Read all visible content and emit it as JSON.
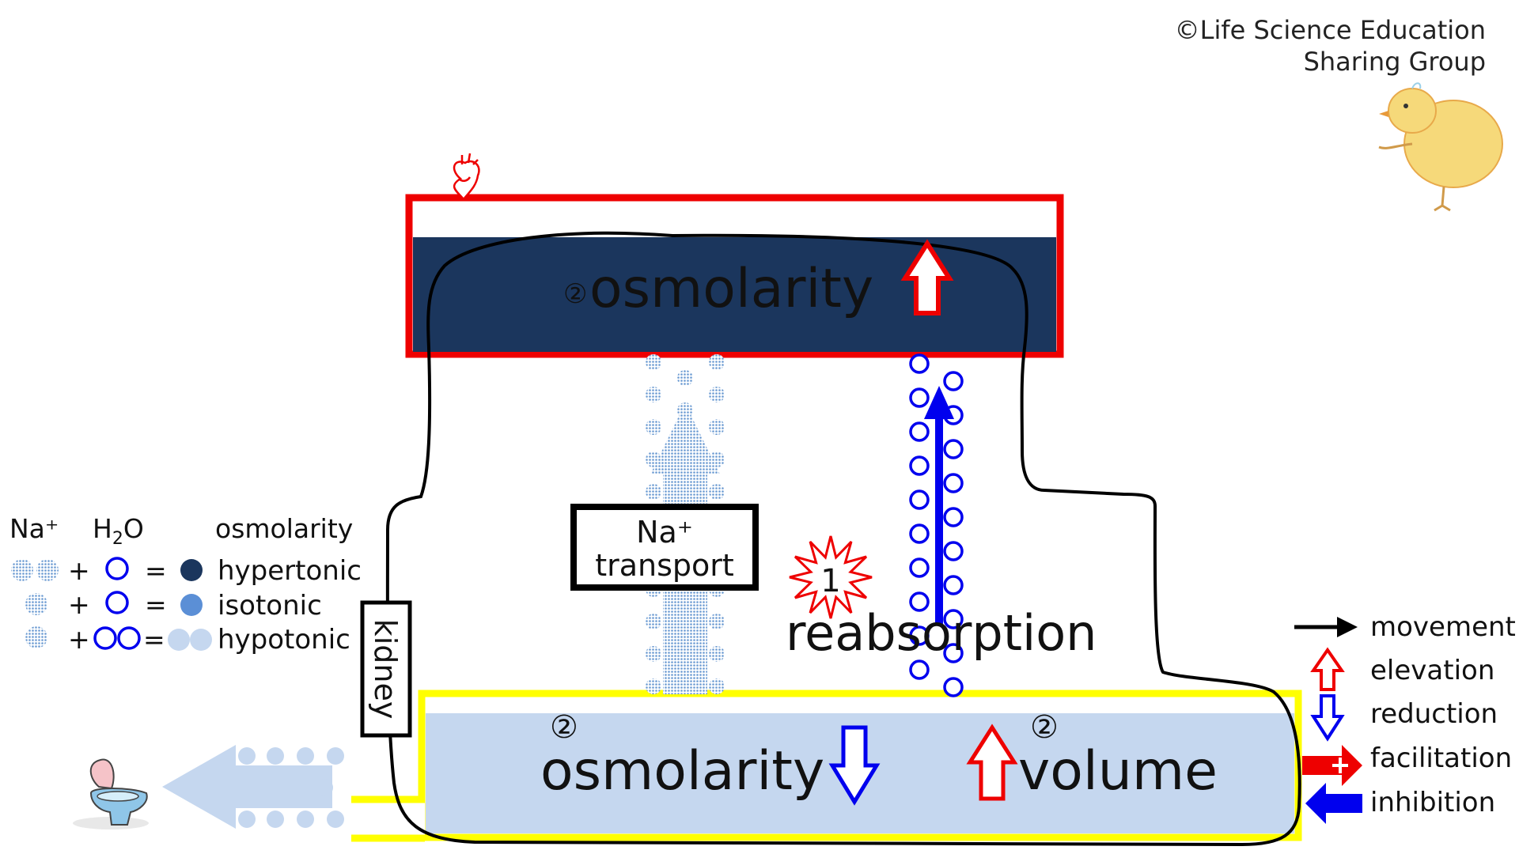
{
  "credit": {
    "line1": "©Life Science Education",
    "line2": "Sharing Group"
  },
  "top_box": {
    "marker": "②",
    "label": "osmolarity",
    "arrow": "elevation",
    "color_fill": "#1b365d",
    "color_border": "#ee0000"
  },
  "bottom_box": {
    "marker_left": "②",
    "label_left": "osmolarity",
    "arrow_left": "reduction",
    "marker_right": "②",
    "label_right": "volume",
    "arrow_right": "elevation",
    "color_fill": "#c5d7ef",
    "color_border": "#ffff00"
  },
  "kidney": {
    "label": "kidney"
  },
  "na_transport": {
    "line1": "Na⁺",
    "line2": "transport"
  },
  "reabsorption": {
    "marker": "1",
    "label": "reabsorption"
  },
  "legend_left": {
    "head_na": "Na⁺",
    "head_h2o_main": "H",
    "head_h2o_sub": "2",
    "head_h2o_end": "O",
    "head_osm": "osmolarity",
    "rows": [
      {
        "plus": "+",
        "eq": "=",
        "label": "hypertonic"
      },
      {
        "plus": "+",
        "eq": "=",
        "label": "isotonic"
      },
      {
        "plus": "+",
        "eq": "=",
        "label": "hypotonic"
      }
    ]
  },
  "legend_right": {
    "items": [
      {
        "label": "movement",
        "icon": "black-arrow-icon"
      },
      {
        "label": "elevation",
        "icon": "red-up-arrow-icon"
      },
      {
        "label": "reduction",
        "icon": "blue-down-arrow-icon"
      },
      {
        "label": "facilitation",
        "icon": "red-plus-arrow-icon"
      },
      {
        "label": "inhibition",
        "icon": "blue-left-arrow-icon"
      }
    ]
  },
  "colors": {
    "red": "#ee0000",
    "blue": "#0000ee",
    "navy": "#1b365d",
    "light_blue": "#c5d7ef",
    "dot_blue": "#6c9bd2",
    "yellow": "#ffff00"
  }
}
